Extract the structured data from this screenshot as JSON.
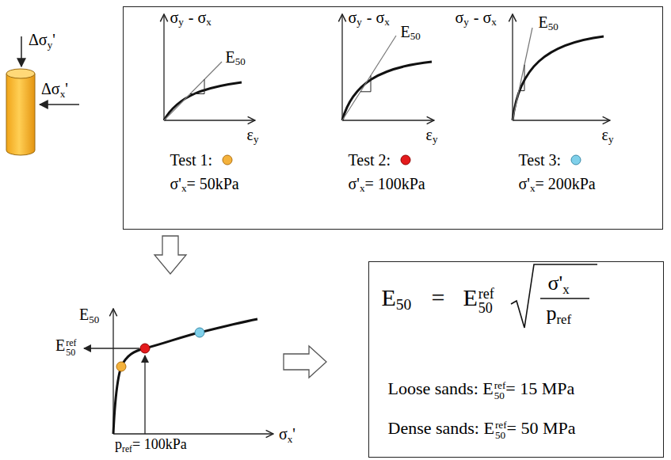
{
  "diagram": {
    "nodes": [
      {
        "text": [
          "σ",
          "y",
          "- σ",
          "x",
          "E",
          "50",
          "ε",
          "y",
          "Test 1:",
          "σ'",
          "x",
          "= 50kPa",
          "σ",
          "y",
          "- σ",
          "x",
          "E",
          "50",
          "ε",
          "y",
          "Test 2:",
          "σ'",
          "x",
          "= 100kPa",
          "σ",
          "y",
          "- σ",
          "x",
          "E",
          "50",
          "ε",
          "y",
          "Test 3:",
          "σ'",
          "x",
          "= 200kPa"
        ]
      },
      {
        "text": [
          "E",
          "50",
          "=",
          "E",
          "ref",
          "50",
          "σ'",
          "x",
          "p",
          "ref",
          "Loose sands: E",
          "ref",
          "50",
          "= 15 MPa",
          "Dense sands: E",
          "ref",
          "50",
          "= 50 MPa"
        ]
      }
    ],
    "labels": [
      "Δσ",
      "y",
      "'",
      "Δσ",
      "x",
      "'",
      "E",
      "50",
      "E",
      "ref",
      "50",
      "p",
      "ref",
      "= 100kPa",
      "σ",
      "x",
      "'"
    ]
  }
}
